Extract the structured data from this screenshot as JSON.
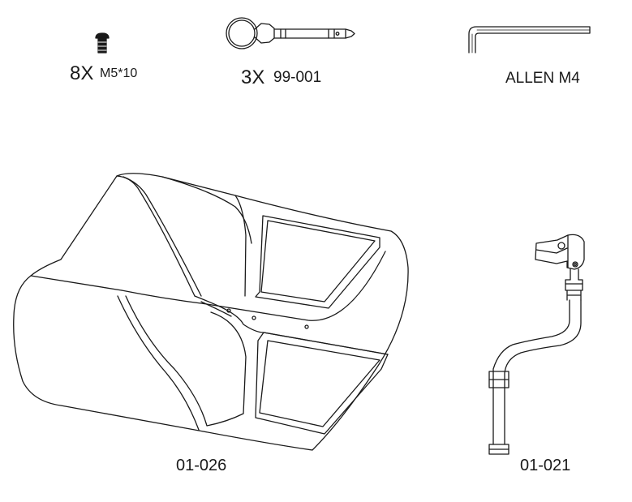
{
  "hardware": {
    "screw": {
      "qty": "8X",
      "code": "M5*10",
      "icon": "button-head-screw-icon"
    },
    "pin": {
      "qty": "3X",
      "code": "99-001",
      "icon": "ring-pin-icon"
    },
    "wrench": {
      "label": "ALLEN M4",
      "icon": "allen-key-icon"
    }
  },
  "parts": [
    {
      "id": "01-026",
      "icon": "seat-shell-drawing"
    },
    {
      "id": "01-021",
      "icon": "curved-bracket-drawing"
    }
  ],
  "colors": {
    "line": "#1a1a1a",
    "background": "#ffffff"
  }
}
